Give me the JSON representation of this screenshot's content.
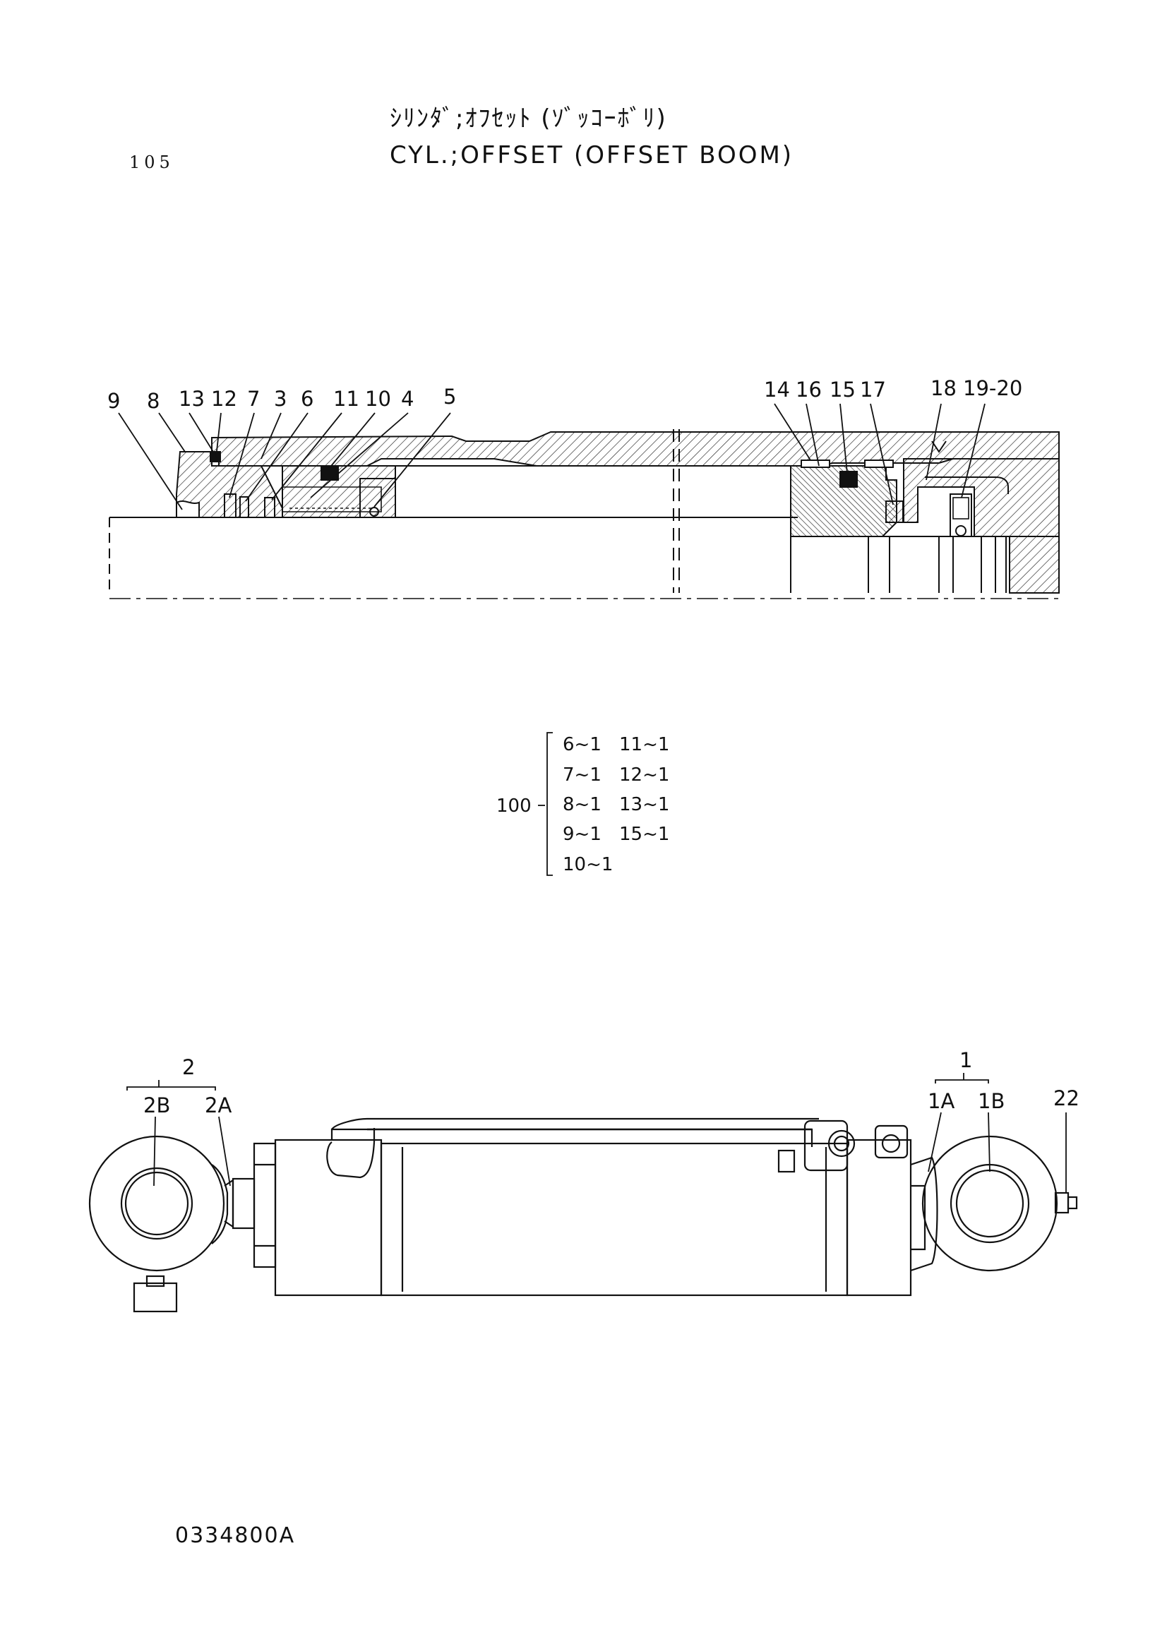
{
  "header": {
    "page_number": "105",
    "title_jp": "ｼﾘﾝﾀﾞ;ｵﾌｾｯﾄ (ｿﾞｯｺｰﾎﾞﾘ)",
    "title_en": "CYL.;OFFSET (OFFSET BOOM)"
  },
  "section_callouts": [
    "9",
    "8",
    "13",
    "12",
    "7",
    "3",
    "6",
    "11",
    "10",
    "4",
    "5",
    "14",
    "16",
    "15",
    "17",
    "18",
    "19-20"
  ],
  "kit": {
    "number": "100",
    "items": [
      "6~1",
      "11~1",
      "7~1",
      "12~1",
      "8~1",
      "13~1",
      "9~1",
      "15~1",
      "10~1"
    ]
  },
  "assembly_callouts": [
    "2",
    "2B",
    "2A",
    "1",
    "1A",
    "1B",
    "22"
  ],
  "footer": {
    "doc_code": "0334800A"
  }
}
